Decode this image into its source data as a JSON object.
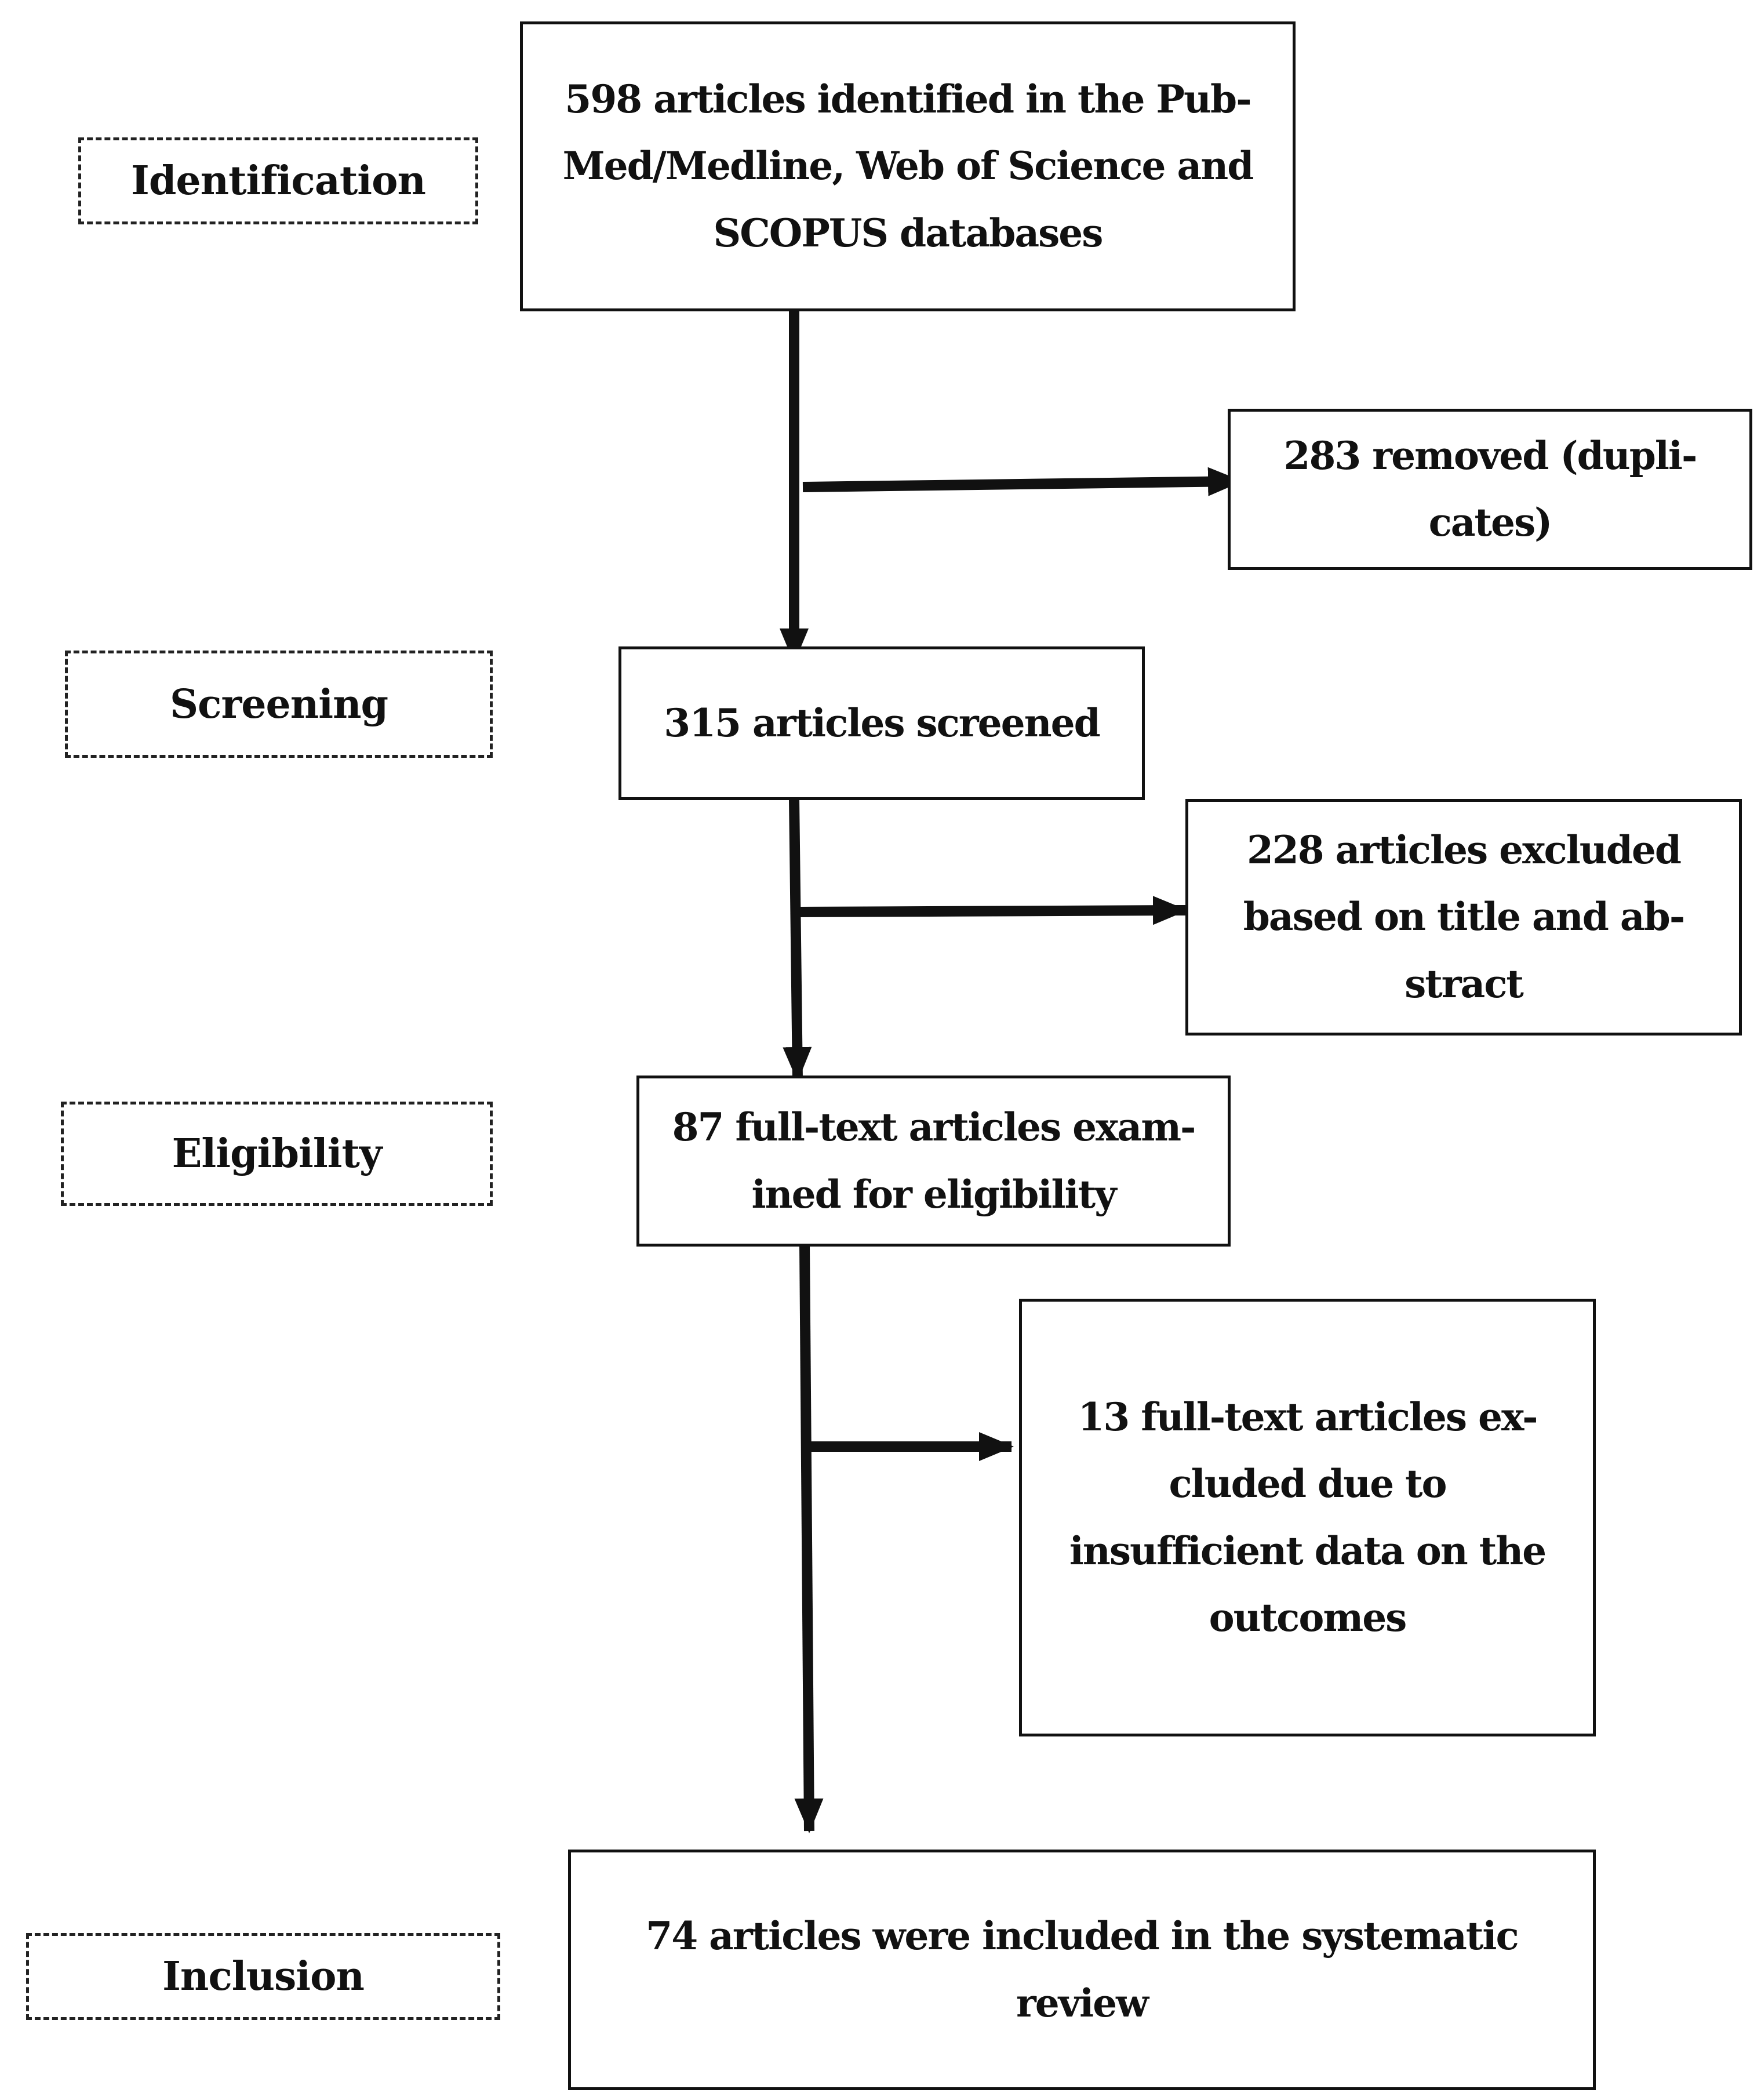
{
  "stages": {
    "identification": "Identification",
    "screening": "Screening",
    "eligibility": "Eligibility",
    "inclusion": "Inclusion"
  },
  "boxes": {
    "identified": "598 articles identified in the Pub-Med/Medline, Web of Science and SCOPUS databases",
    "duplicates_removed": "283 removed (dupli-cates)",
    "screened": "315 articles screened",
    "excluded_title_abstract": "228 articles excluded based on title and ab-stract",
    "full_text_examined": "87 full-text articles exam-ined for eligibility",
    "full_text_excluded": "13 full-text articles ex-cluded due to insufficient data on the outcomes",
    "included": "74 articles were included in the systematic review"
  }
}
